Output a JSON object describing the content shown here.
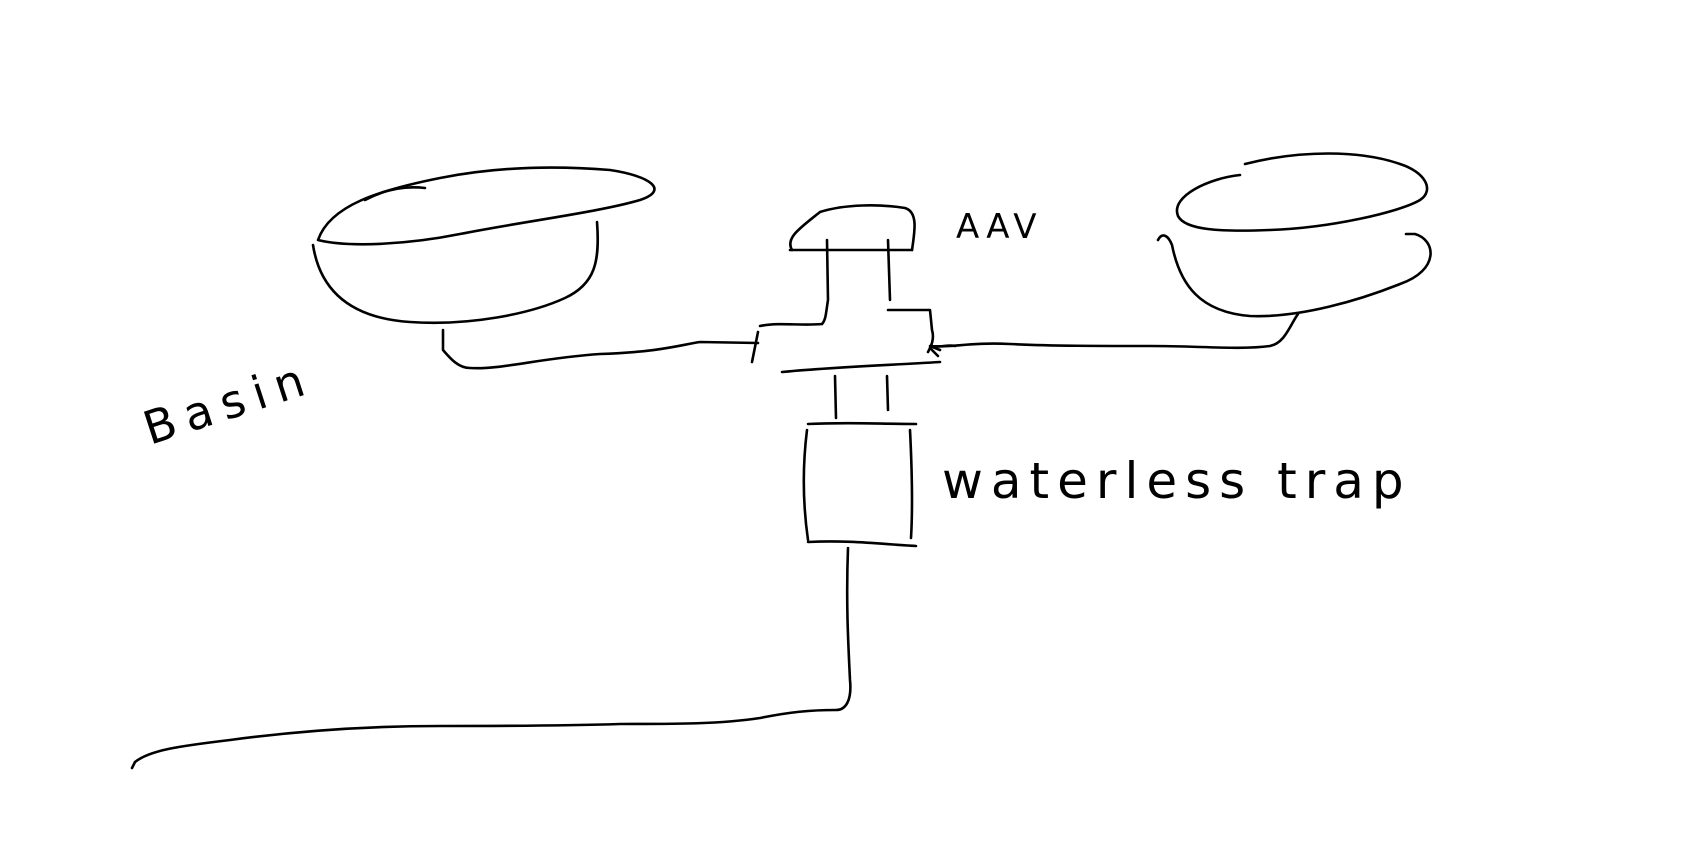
{
  "labels": {
    "basin": "Basin",
    "aav": "AAV",
    "trap": "waterless trap"
  },
  "colors": {
    "ink": "#000000",
    "paper": "#ffffff"
  }
}
